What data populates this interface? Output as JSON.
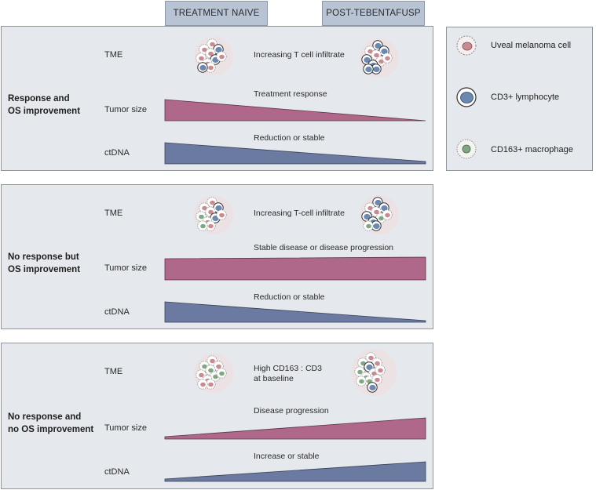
{
  "headers": {
    "treatment_naive": "TREATMENT NAIVE",
    "post_tebentafusp": "POST-TEBENTAFUSP"
  },
  "legend": {
    "items": [
      {
        "label": "Uveal melanoma cell",
        "icon": "uveal-melanoma-cell-icon",
        "color": "#c98b8f"
      },
      {
        "label": "CD3+ lymphocyte",
        "icon": "cd3-lymphocyte-icon",
        "color": "#6a88b0"
      },
      {
        "label": "CD163+ macrophage",
        "icon": "cd163-macrophage-icon",
        "color": "#7fa882"
      }
    ]
  },
  "panels": [
    {
      "title_line1": "Response and",
      "title_line2": "OS improvement",
      "row_labels": {
        "tme": "TME",
        "tumor": "Tumor size",
        "ctdna": "ctDNA"
      },
      "tme_annotation": "Increasing T cell infiltrate",
      "tumor_annotation": "Treatment response",
      "ctdna_annotation": "Reduction or stable",
      "tumor_trend": "decreasing",
      "ctdna_trend": "decreasing"
    },
    {
      "title_line1": "No response but",
      "title_line2": "OS improvement",
      "row_labels": {
        "tme": "TME",
        "tumor": "Tumor size",
        "ctdna": "ctDNA"
      },
      "tme_annotation": "Increasing T-cell infiltrate",
      "tumor_annotation": "Stable disease or disease progression",
      "ctdna_annotation": "Reduction or stable",
      "tumor_trend": "stable",
      "ctdna_trend": "decreasing"
    },
    {
      "title_line1": "No response and",
      "title_line2": "no OS improvement",
      "row_labels": {
        "tme": "TME",
        "tumor": "Tumor size",
        "ctdna": "ctDNA"
      },
      "tme_annotation_line1": "High CD163 : CD3",
      "tme_annotation_line2": "at baseline",
      "tumor_annotation": "Disease progression",
      "ctdna_annotation": "Increase or stable",
      "tumor_trend": "increasing",
      "ctdna_trend": "increasing"
    }
  ],
  "colors": {
    "tumor_bar": "#b0688a",
    "ctdna_bar": "#6b7aa0",
    "panel_bg": "#e5e8ed",
    "header_bg": "#b8c4d3"
  }
}
